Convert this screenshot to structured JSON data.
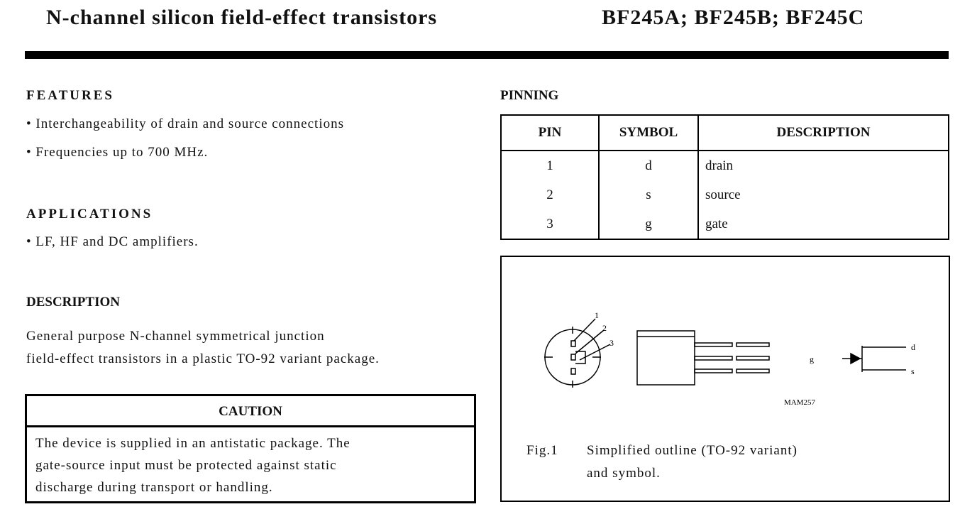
{
  "header": {
    "title": "N-channel silicon field-effect transistors",
    "part_numbers": "BF245A; BF245B; BF245C"
  },
  "features": {
    "heading": "FEATURES",
    "items": [
      "• Interchangeability of drain and source connections",
      "• Frequencies up to 700 MHz."
    ]
  },
  "applications": {
    "heading": "APPLICATIONS",
    "items": [
      "• LF, HF and DC amplifiers."
    ]
  },
  "description": {
    "heading": "DESCRIPTION",
    "lines": [
      "General purpose N-channel symmetrical junction",
      "field-effect transistors in a plastic TO-92 variant package."
    ]
  },
  "caution": {
    "heading": "CAUTION",
    "lines": [
      "The device is supplied in an antistatic package. The",
      "gate-source input must be protected against static",
      "discharge during transport or handling."
    ]
  },
  "pinning": {
    "heading": "PINNING",
    "columns": [
      "PIN",
      "SYMBOL",
      "DESCRIPTION"
    ],
    "rows": [
      {
        "pin": "1",
        "symbol": "d",
        "description": "drain"
      },
      {
        "pin": "2",
        "symbol": "s",
        "description": "source"
      },
      {
        "pin": "3",
        "symbol": "g",
        "description": "gate"
      }
    ]
  },
  "figure": {
    "pin_labels": [
      "1",
      "2",
      "3"
    ],
    "symbol_labels": {
      "gate": "g",
      "drain": "d",
      "source": "s"
    },
    "code": "MAM257",
    "fig_number": "Fig.1",
    "caption_lines": [
      "Simplified outline (TO-92 variant)",
      "and symbol."
    ]
  }
}
